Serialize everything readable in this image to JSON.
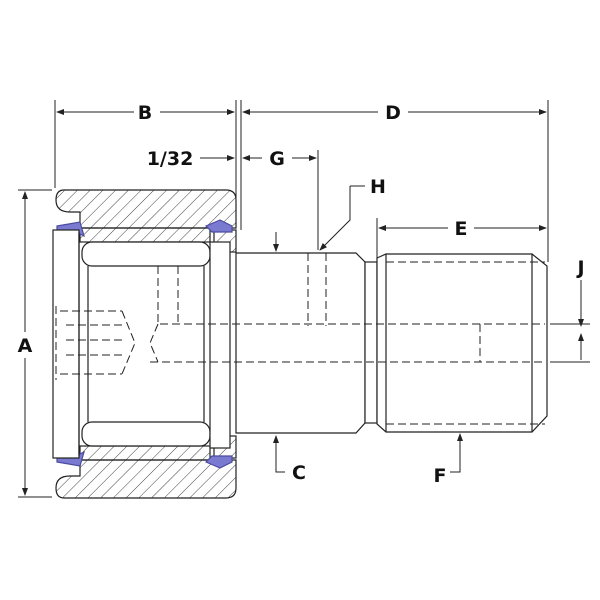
{
  "title": "Cam follower dimension drawing",
  "labels": {
    "A": "A",
    "B": "B",
    "C": "C",
    "D": "D",
    "E": "E",
    "F": "F",
    "G": "G",
    "H": "H",
    "J": "J",
    "clearance": "1/32"
  },
  "colors": {
    "line": "#222222",
    "seal": "#5a5ab4",
    "hatch": "#444444"
  }
}
